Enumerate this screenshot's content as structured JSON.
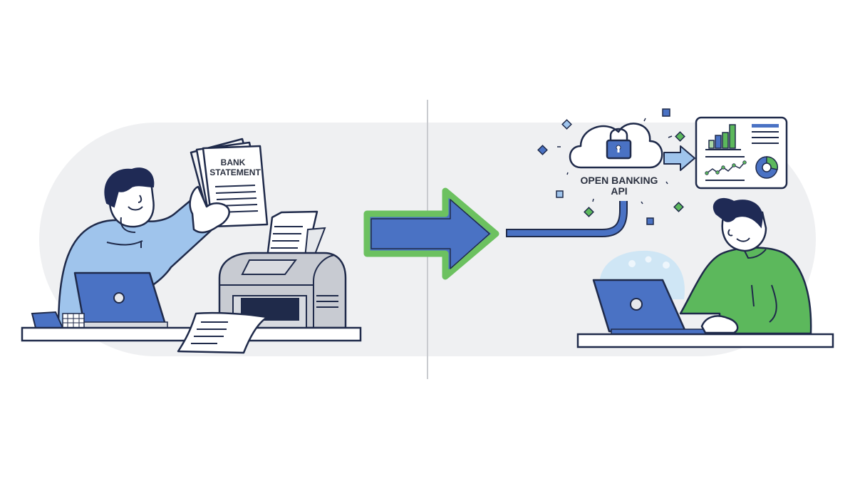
{
  "illustration": {
    "theme": "manual-bank-statement-vs-open-banking-api",
    "left_panel": {
      "document_label_line1": "BANK",
      "document_label_line2": "STATEMENT",
      "objects": [
        "person-holding-papers",
        "laptop",
        "desk-phone",
        "printer",
        "printed-paper",
        "desk"
      ]
    },
    "transition_arrow": {
      "direction": "right"
    },
    "right_panel": {
      "api_label_line1": "OPEN BANKING",
      "api_label_line2": "API",
      "objects": [
        "cloud-with-padlock",
        "data-dashboard",
        "data-pipe",
        "person-typing",
        "laptop",
        "desk"
      ]
    }
  },
  "colors": {
    "background": "#ffffff",
    "backdrop": "#eff0f2",
    "divider": "#c9cbcf",
    "outline": "#1f2a4a",
    "primary_blue": "#4a72c4",
    "light_blue": "#9fc4ec",
    "green": "#5cb85c",
    "green_outline": "#6cc160",
    "printer_gray": "#c8cbd2",
    "hair": "#1f2a55",
    "paper": "#ffffff"
  }
}
